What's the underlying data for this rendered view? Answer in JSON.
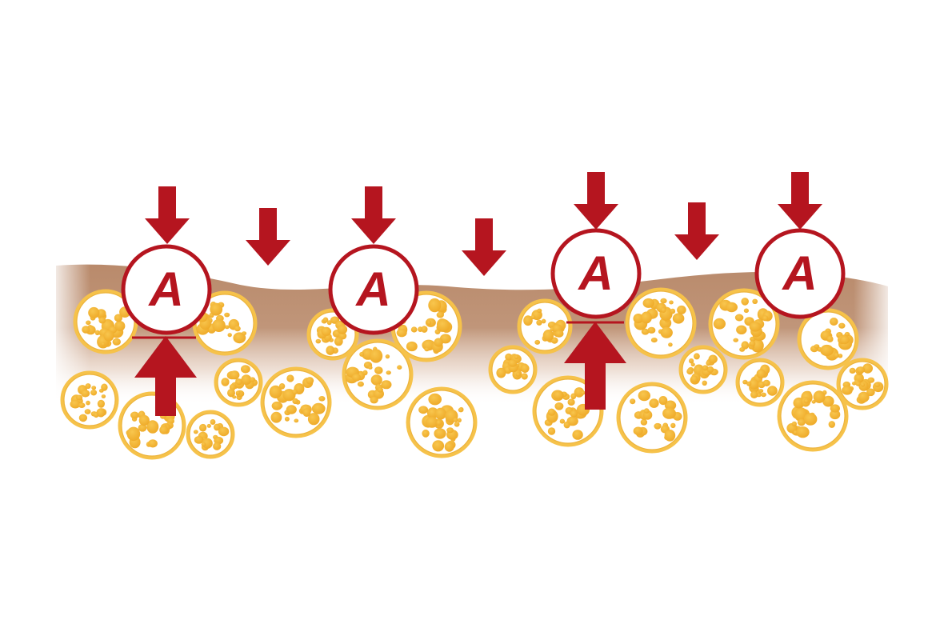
{
  "diagram": {
    "badge_letter": "A",
    "badges": [
      {
        "id": "badge-1",
        "letter": "A"
      },
      {
        "id": "badge-2",
        "letter": "A"
      },
      {
        "id": "badge-3",
        "letter": "A"
      },
      {
        "id": "badge-4",
        "letter": "A"
      }
    ],
    "colors": {
      "arrow": "#b5151f",
      "badge_ring": "#b5151f",
      "badge_fill": "#ffffff",
      "skin_layer": "#b98a6b",
      "cell_ring_light": "#f6c24a",
      "cell_ring_dark": "#e2a32c",
      "cell_spot": "#f2b233",
      "background": "#ffffff"
    },
    "icons": [
      "down-arrow-icon",
      "up-arrow-icon",
      "cell-icon",
      "badge-icon"
    ]
  }
}
